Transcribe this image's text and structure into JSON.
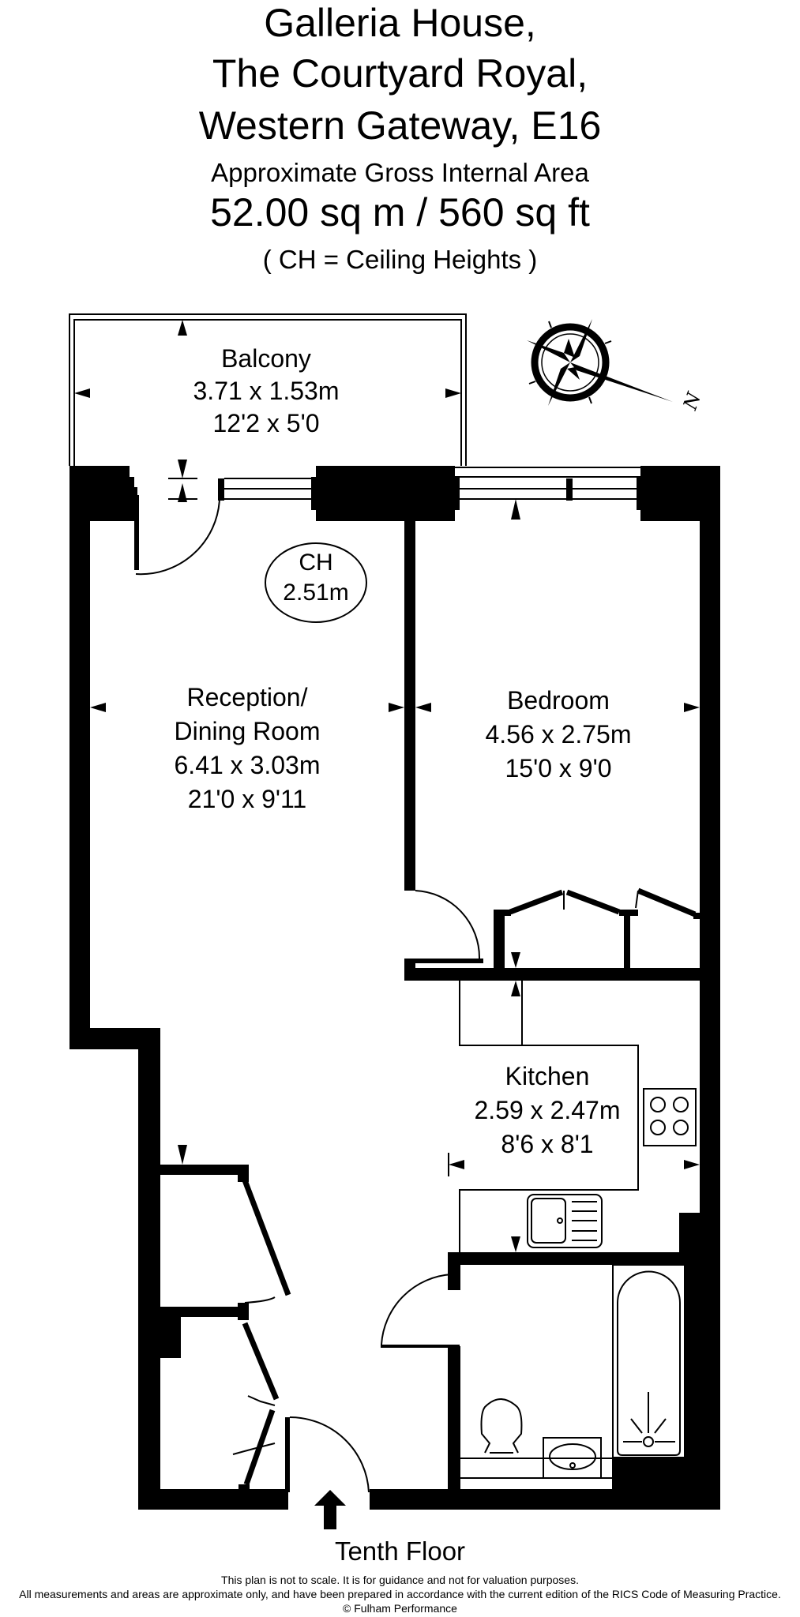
{
  "header": {
    "line1": "Galleria House,",
    "line2": "The Courtyard Royal,",
    "line3": "Western Gateway, E16",
    "area_label": "Approximate Gross Internal Area",
    "area_value": "52.00 sq m  /  560 sq ft",
    "note": "( CH = Ceiling Heights )"
  },
  "compass": {
    "icon": "compass-rose-icon",
    "north_label": "N"
  },
  "rooms": {
    "balcony": {
      "name": "Balcony",
      "metric": "3.71 x 1.53m",
      "imperial": "12'2 x 5'0"
    },
    "reception": {
      "name_line1": "Reception/",
      "name_line2": "Dining Room",
      "metric": "6.41 x 3.03m",
      "imperial": "21'0 x 9'11"
    },
    "bedroom": {
      "name": "Bedroom",
      "metric": "4.56 x 2.75m",
      "imperial": "15'0 x 9'0"
    },
    "kitchen": {
      "name": "Kitchen",
      "metric": "2.59 x 2.47m",
      "imperial": "8'6 x 8'1"
    }
  },
  "ceiling_height": {
    "label": "CH",
    "value": "2.51m"
  },
  "fixtures": [
    "hob-icon",
    "sink-icon",
    "bathtub-icon",
    "toilet-icon",
    "washbasin-icon",
    "entrance-arrow-icon"
  ],
  "footer": {
    "floor": "Tenth Floor",
    "disclaimer1": "This plan is not to scale. It is for guidance and not for valuation purposes.",
    "disclaimer2": "All measurements and areas are approximate only, and have been prepared in accordance with the current edition of the RICS Code of Measuring Practice.",
    "copyright": "© Fulham Performance"
  },
  "colors": {
    "wall": "#000000",
    "background": "#ffffff",
    "line": "#000000"
  }
}
